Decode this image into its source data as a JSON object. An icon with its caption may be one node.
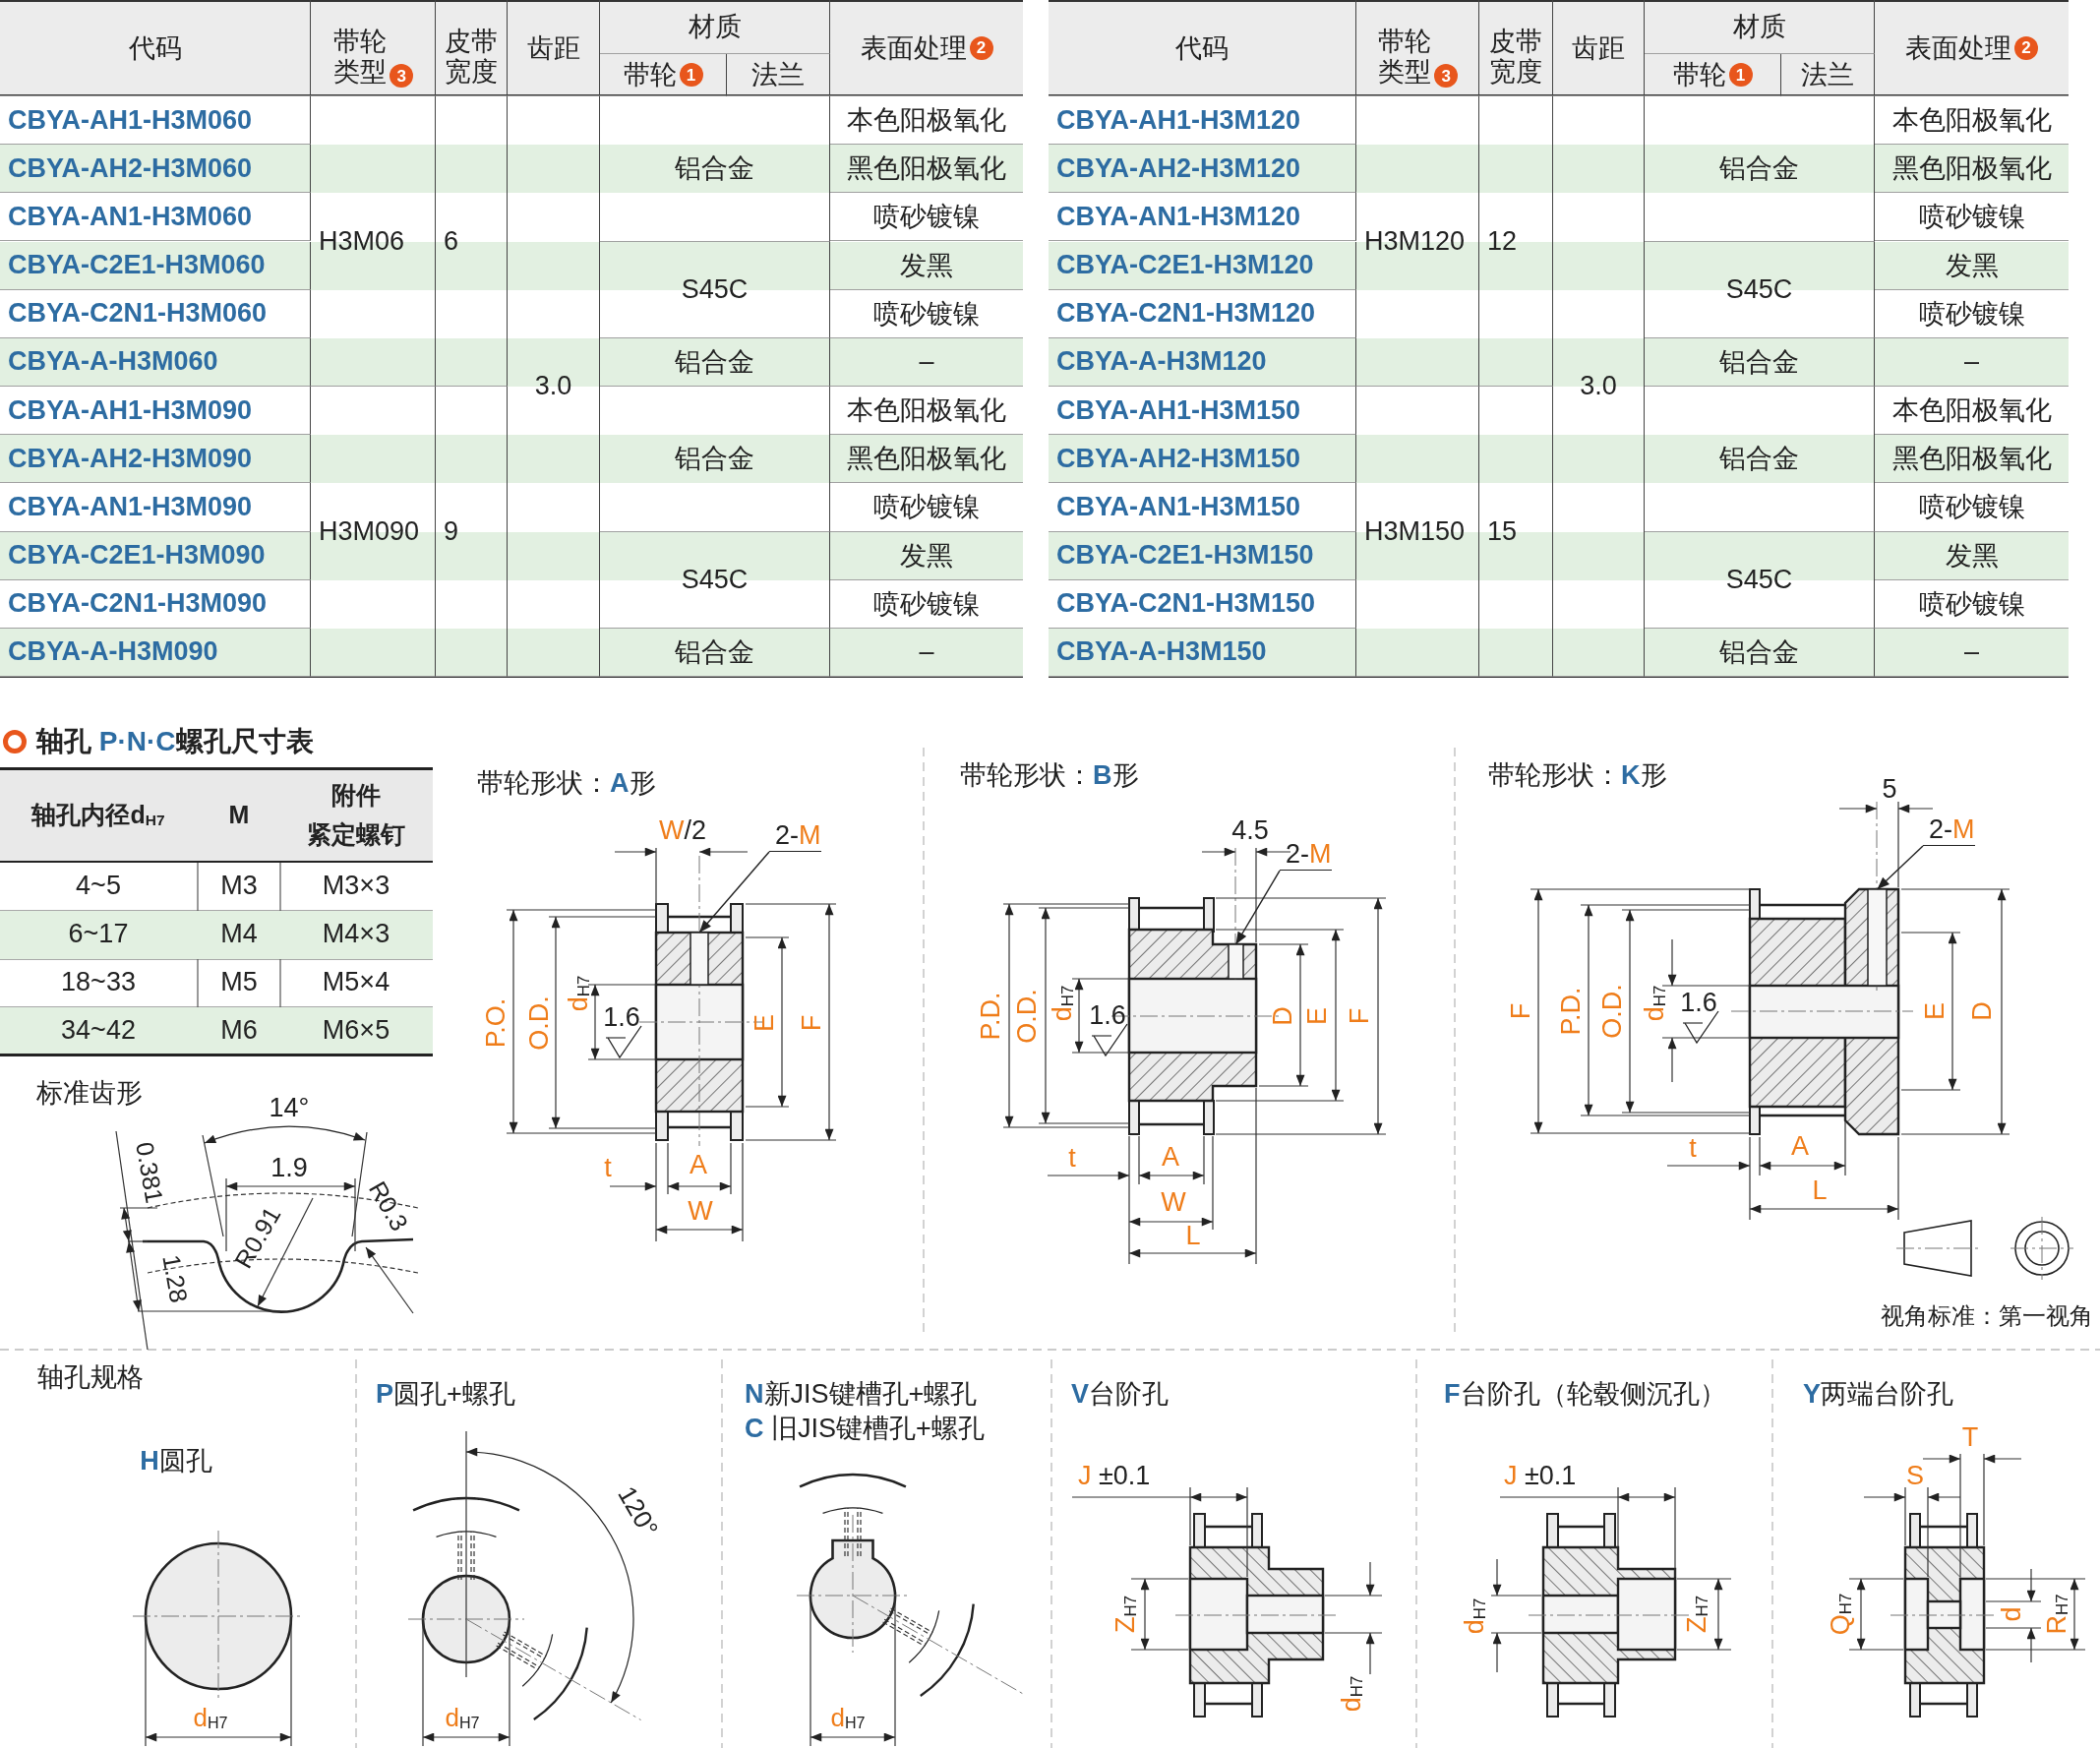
{
  "diagram": {
    "nodes": [
      {
        "text": [
          "2-M"
        ]
      },
      {
        "text": [
          "2-M"
        ]
      },
      {
        "text": [
          "2-M"
        ]
      },
      {
        "text": [],
        "shape": "box"
      },
      {
        "text": [],
        "shape": "box"
      },
      {
        "text": [],
        "shape": "box"
      }
    ],
    "edges": [
      {
        "from": 0,
        "to": 3,
        "arrow": "to"
      },
      {
        "from": 1,
        "to": 4,
        "arrow": "to"
      },
      {
        "from": 2,
        "to": 5,
        "arrow": "to"
      }
    ],
    "labels": [
      "代码",
      "带轮类型",
      "3",
      "皮带宽度",
      "齿距",
      "材质",
      "表面处理",
      "2",
      "带轮",
      "1",
      "法兰",
      "CBYA-AH1-H3M060",
      "H3M06",
      "6",
      "3.0",
      "本色阳极氧化",
      "CBYA-AH2-H3M060",
      "铝合金",
      "黑色阳极氧化",
      "CBYA-AN1-H3M060",
      "喷砂镀镍",
      "CBYA-C2E1-H3M060",
      "S45C",
      "发黑",
      "CBYA-C2N1-H3M060",
      "喷砂镀镍",
      "CBYA-A-H3M060",
      "铝合金",
      "–",
      "CBYA-AH1-H3M090",
      "H3M090",
      "9",
      "本色阳极氧化",
      "CBYA-AH2-H3M090",
      "铝合金",
      "黑色阳极氧化",
      "CBYA-AN1-H3M090",
      "喷砂镀镍",
      "CBYA-C2E1-H3M090",
      "S45C",
      "发黑",
      "CBYA-C2N1-H3M090",
      "喷砂镀镍",
      "CBYA-A-H3M090",
      "铝合金",
      "–",
      "代码",
      "带轮类型",
      "3",
      "皮带宽度",
      "齿距",
      "材质",
      "表面处理",
      "2",
      "带轮",
      "1",
      "法兰",
      "CBYA-AH1-H3M120",
      "H3M120",
      "12",
      "3.0",
      "本色阳极氧化",
      "CBYA-AH2-H3M120",
      "铝合金",
      "黑色阳极氧化",
      "CBYA-AN1-H3M120",
      "喷砂镀镍",
      "CBYA-C2E1-H3M120",
      "S45C",
      "发黑",
      "CBYA-C2N1-H3M120",
      "喷砂镀镍",
      "CBYA-A-H3M120",
      "铝合金",
      "–",
      "CBYA-AH1-H3M150",
      "H3M150",
      "15",
      "本色阳极氧化",
      "CBYA-AH2-H3M150",
      "铝合金",
      "黑色阳极氧化",
      "CBYA-AN1-H3M150",
      "喷砂镀镍",
      "CBYA-C2E1-H3M150",
      "S45C",
      "发黑",
      "CBYA-C2N1-H3M150",
      "喷砂镀镍",
      "CBYA-A-H3M150",
      "铝合金",
      "–",
      "轴孔 **P·N·C**螺孔尺寸表",
      "轴孔内径d$_{H7}$",
      "M",
      "附件",
      "紧定螺钉",
      "4~5",
      "M3",
      "M3×3",
      "6~17",
      "M4",
      "M4×3",
      "18~33",
      "M5",
      "M5×4",
      "34~42",
      "M6",
      "M6×5",
      "标准齿形",
      "14°",
      "0.381",
      "1.9",
      "R0.91",
      "R0.3",
      "1.28",
      "带轮形状：**A**形",
      "W/2",
      "P.O.",
      "O.D.",
      "d$_{H7}$",
      "1.6",
      "E",
      "F",
      "t",
      "A",
      "W",
      "带轮形状：**B**形",
      "4.5",
      "P.D.",
      "O.D.",
      "d$_{H7}$",
      "1.6",
      "D",
      "E",
      "F",
      "t",
      "A",
      "W",
      "L",
      "带轮形状：**K**形",
      "5",
      "F",
      "P.D.",
      "O.D.",
      "d$_{H7}$",
      "1.6",
      "E",
      "D",
      "t",
      "A",
      "L",
      "视角标准：第一视角",
      "轴孔规格",
      "**H**圆孔",
      "d$_{H7}$",
      "**P**圆孔+螺孔",
      "120°",
      "d$_{H7}$",
      "**N**新JIS键槽孔+螺孔",
      "**C** 旧JIS键槽孔+螺孔",
      "d$_{H7}$",
      "**V**台阶孔",
      "J ±0.1",
      "Z$_{H7}$",
      "d$_{H7}$",
      "**F**台阶孔（轮毂侧沉孔）",
      "J ±0.1",
      "d$_{H7}$",
      "Z$_{H7}$",
      "**Y**两端台阶孔",
      "T",
      "S",
      "Q$_{H7}$",
      "d",
      "R$_{H7}$"
    ]
  }
}
